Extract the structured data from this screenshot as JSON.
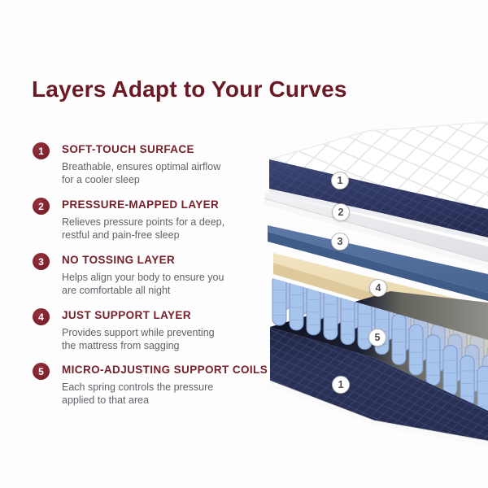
{
  "title": "Layers Adapt to Your Curves",
  "items": [
    {
      "num": "1",
      "heading": "SOFT-TOUCH SURFACE",
      "body": "Breathable, ensures optimal airflow\nfor a cooler sleep"
    },
    {
      "num": "2",
      "heading": "PRESSURE-MAPPED LAYER",
      "body": "Relieves pressure points for a deep,\nrestful and pain-free sleep"
    },
    {
      "num": "3",
      "heading": "NO TOSSING LAYER",
      "body": "Helps align your body to ensure you\nare comfortable all night"
    },
    {
      "num": "4",
      "heading": "JUST SUPPORT LAYER",
      "body": "Provides support while preventing\nthe mattress from sagging"
    },
    {
      "num": "5",
      "heading": "MICRO-ADJUSTING SUPPORT COILS",
      "body": "Each spring controls the pressure\napplied to that area"
    }
  ],
  "diagram": {
    "badges": [
      "1",
      "2",
      "3",
      "4",
      "5",
      "1"
    ]
  },
  "colors": {
    "accent_maroon": "#6B1A24",
    "badge_maroon": "#7A1F29",
    "navy_fabric": "#2A3158",
    "gray_foam_layer": "#E9E9EC",
    "steel_blue_layer": "#54719F",
    "beige_layer": "#EEDFB8",
    "coil_blue": "#A6C4EC",
    "body_text": "#5F6368"
  }
}
